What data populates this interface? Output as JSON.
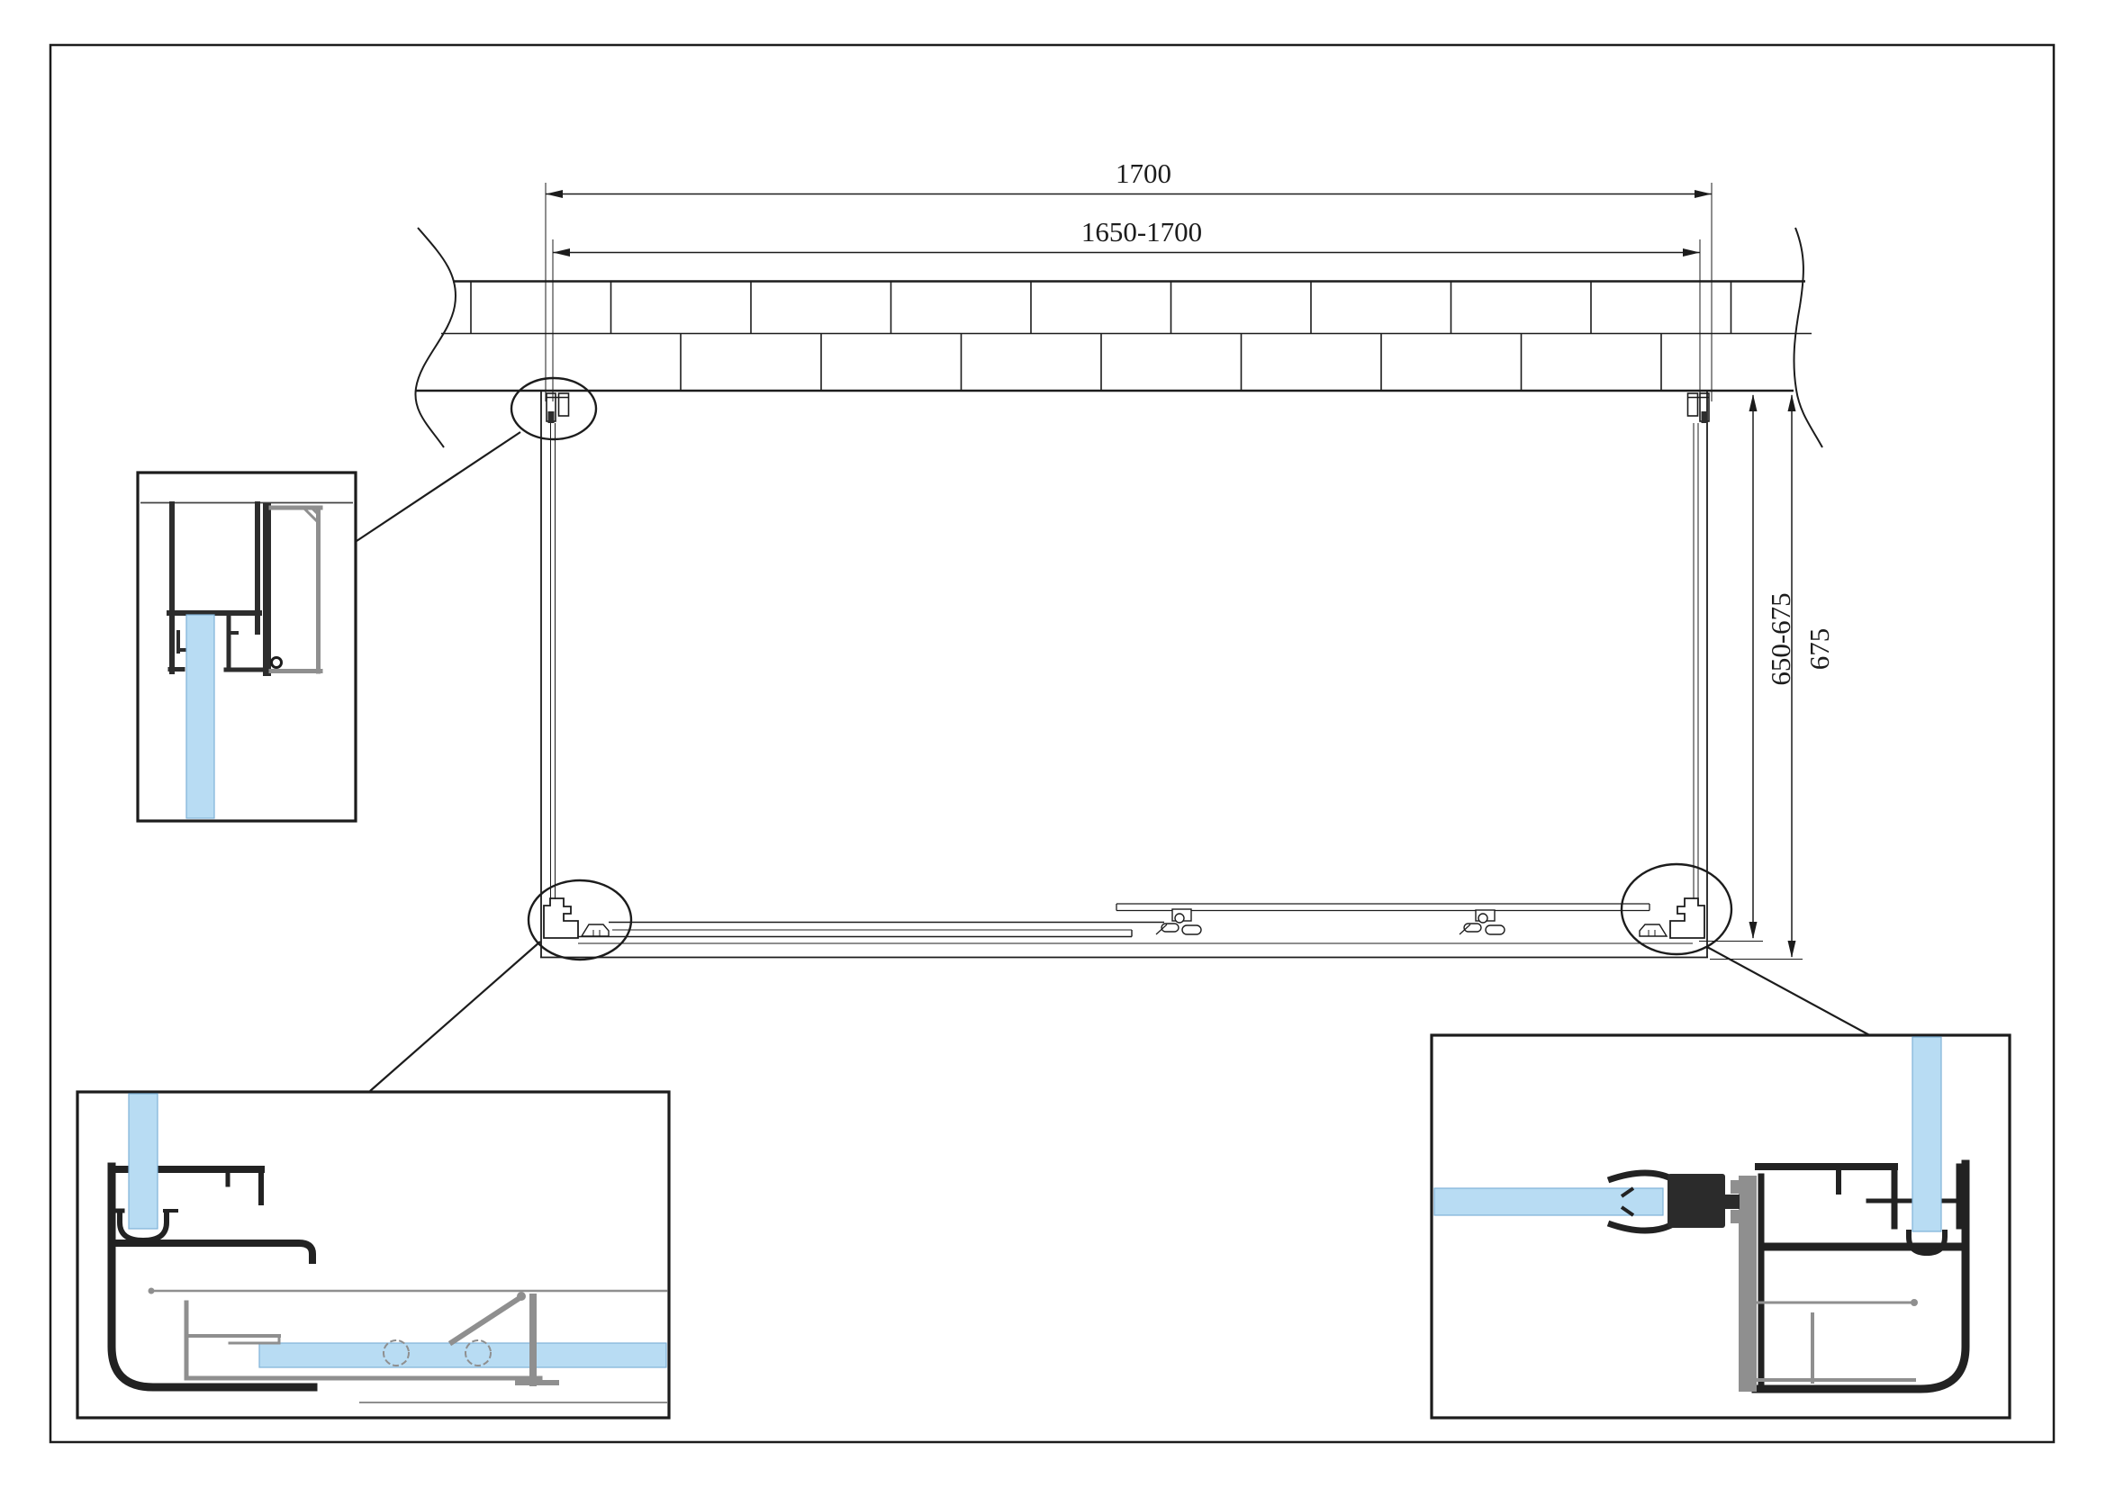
{
  "drawing": {
    "dimensions": {
      "top_outer": "1700",
      "top_inner": "1650-1700",
      "right_inner": "650-675",
      "right_outer": "675"
    },
    "colors": {
      "line": "#1c1c1c",
      "glass_fill": "#b8dcf3",
      "glass_edge": "#7fb2d8",
      "profile_dark": "#2d2d2d",
      "profile_gray": "#8f8f8f",
      "background": "#ffffff"
    }
  }
}
